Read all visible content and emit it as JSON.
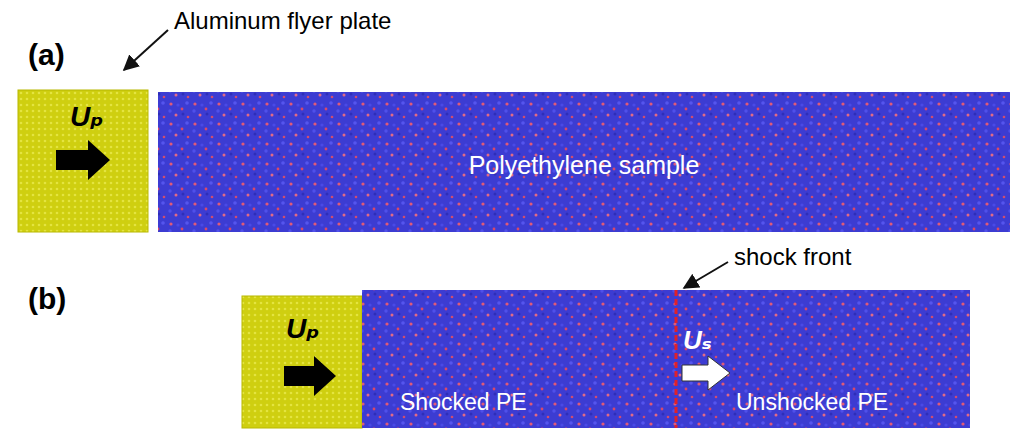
{
  "diagram": {
    "nodes": [
      {
        "text": [
          "Uₚ"
        ]
      },
      {
        "text": [
          "Polyethylene sample"
        ]
      },
      {
        "text": [
          "Uₚ"
        ]
      },
      {
        "text": [
          "Shocked PE"
        ]
      },
      {
        "text": [
          "Uₛ",
          "Unshocked PE"
        ]
      }
    ],
    "labels": [
      "(a)",
      "Aluminum flyer plate",
      "(b)",
      "shock front"
    ]
  }
}
